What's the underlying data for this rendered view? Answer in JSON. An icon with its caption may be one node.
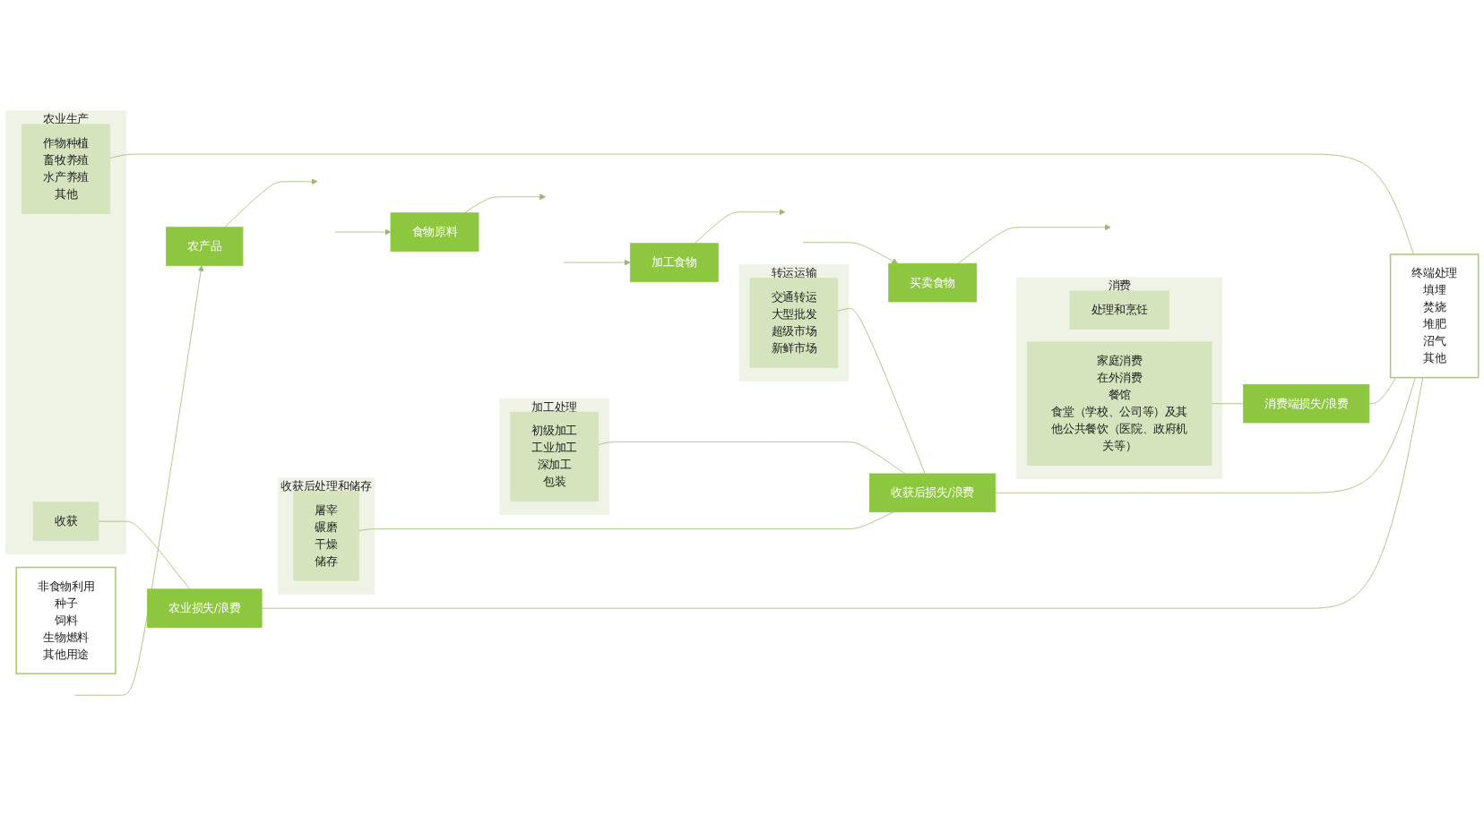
{
  "diagram": {
    "nodes": [
      {
        "text": [
          "农业生产"
        ]
      },
      {
        "text": [
          "作物种植",
          "畜牧养殖",
          "水产养殖",
          "其他"
        ],
        "in": 0
      },
      {
        "text": [
          "收获"
        ],
        "in": 0
      },
      {
        "text": [
          "收获后处理和储存"
        ]
      },
      {
        "text": [
          "屠宰",
          "碾磨",
          "干燥",
          "储存"
        ],
        "in": 3
      },
      {
        "text": [
          "加工处理"
        ]
      },
      {
        "text": [
          "初级加工",
          "工业加工",
          "深加工",
          "包装"
        ],
        "in": 5
      },
      {
        "text": [
          "转运运输"
        ]
      },
      {
        "text": [
          "交通转运",
          "大型批发",
          "超级市场",
          "新鲜市场"
        ],
        "in": 7
      },
      {
        "text": [
          "消费"
        ]
      },
      {
        "text": [
          "处理和烹饪"
        ],
        "in": 9
      },
      {
        "text": [
          "家庭消费",
          "在外消费",
          "餐馆",
          "食堂（学校、公司等）及其他公共餐饮（医院、政府机关等）"
        ],
        "in": 9
      },
      {
        "text": [
          "农产品"
        ]
      },
      {
        "text": [
          "食物原料"
        ]
      },
      {
        "text": [
          "加工食物"
        ]
      },
      {
        "text": [
          "买卖食物"
        ]
      },
      {
        "text": [
          "农业损失/浪费"
        ]
      },
      {
        "text": [
          "收获后损失/浪费"
        ]
      },
      {
        "text": [
          "消费端损失/浪费"
        ]
      },
      {
        "text": [
          "非食物利用",
          "种子",
          "饲料",
          "生物燃料",
          "其他用途"
        ]
      },
      {
        "text": [
          "终端处理",
          "填埋",
          "焚烧",
          "堆肥",
          "沼气",
          "其他"
        ]
      }
    ],
    "edges": [
      {
        "from": null,
        "to": 12,
        "arrow": "to"
      },
      {
        "from": 12,
        "to": null,
        "arrow": "to"
      },
      {
        "from": null,
        "to": 13,
        "arrow": "to"
      },
      {
        "from": 13,
        "to": null,
        "arrow": "to"
      },
      {
        "from": null,
        "to": 14,
        "arrow": "to"
      },
      {
        "from": 14,
        "to": null,
        "arrow": "to"
      },
      {
        "from": null,
        "to": 15,
        "arrow": "to"
      },
      {
        "from": 15,
        "to": null,
        "arrow": "to"
      },
      {
        "from": 2,
        "to": 16,
        "arrow": "none"
      },
      {
        "from": 1,
        "to": 20,
        "arrow": "none"
      },
      {
        "from": 16,
        "to": 20,
        "arrow": "none"
      },
      {
        "from": 4,
        "to": 17,
        "arrow": "none"
      },
      {
        "from": 6,
        "to": 17,
        "arrow": "none"
      },
      {
        "from": 8,
        "to": 17,
        "arrow": "none"
      },
      {
        "from": 17,
        "to": 20,
        "arrow": "none"
      },
      {
        "from": 11,
        "to": 18,
        "arrow": "none"
      },
      {
        "from": 18,
        "to": 20,
        "arrow": "none"
      }
    ]
  }
}
